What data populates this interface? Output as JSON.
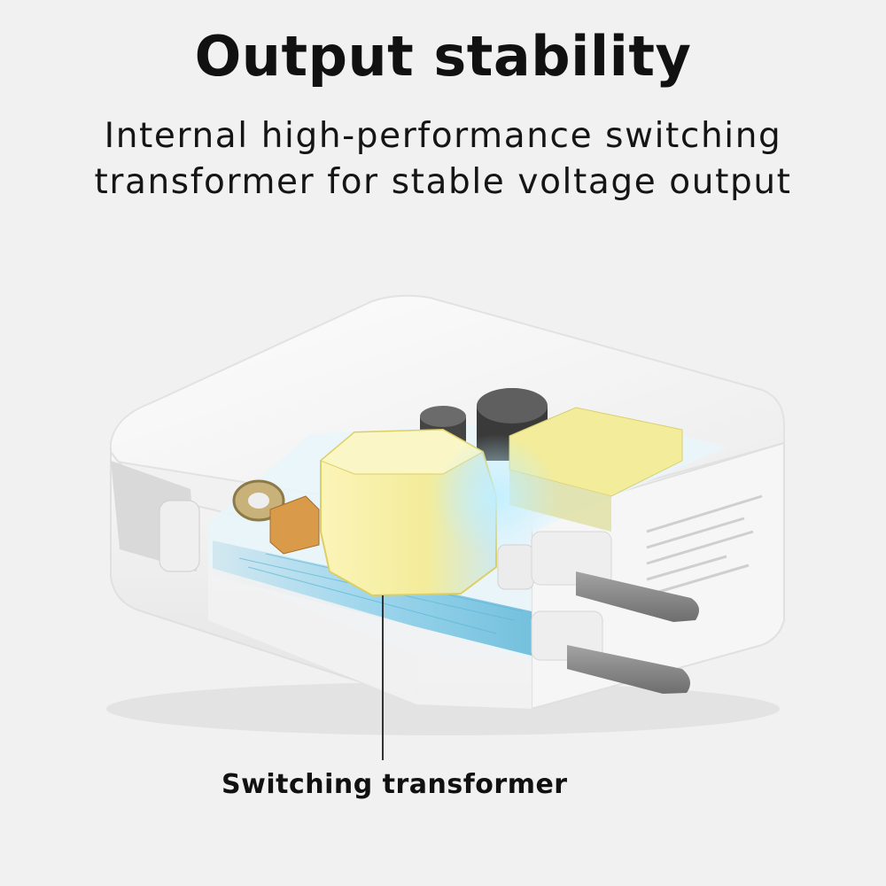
{
  "header": {
    "title": "Output stability",
    "subtitle_line1": "Internal high-performance switching",
    "subtitle_line2": "transformer for stable voltage output"
  },
  "illustration": {
    "subject": "charger-cutaway-icon",
    "callout": {
      "label": "Switching transformer"
    }
  },
  "colors": {
    "background": "#f1f1f1",
    "charger_body": "#ffffff",
    "transformer": "#f3ec9a",
    "circuit_glow": "#7fd3f0",
    "prongs": "#7d7d7d"
  }
}
